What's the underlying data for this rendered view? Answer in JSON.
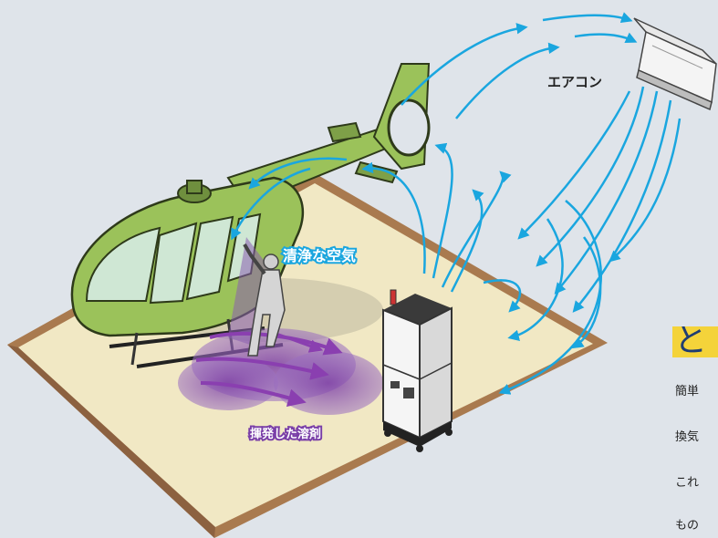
{
  "labels": {
    "aircon": "エアコン",
    "clean_air": "清浄な空気",
    "solvent": "揮発した溶剤"
  },
  "side_text": {
    "heading_fragment": "と",
    "lines": [
      "簡単",
      "換気",
      "これ",
      "もの"
    ]
  },
  "colors": {
    "background": "#dfe4ea",
    "floor": "#f1e8c4",
    "wall_edge": "#a97a4f",
    "helicopter": "#9bc25a",
    "arrow_blue": "#1aa6df",
    "solvent_purple": "#8a4fb0",
    "highlight_yellow": "#f4d33a"
  }
}
